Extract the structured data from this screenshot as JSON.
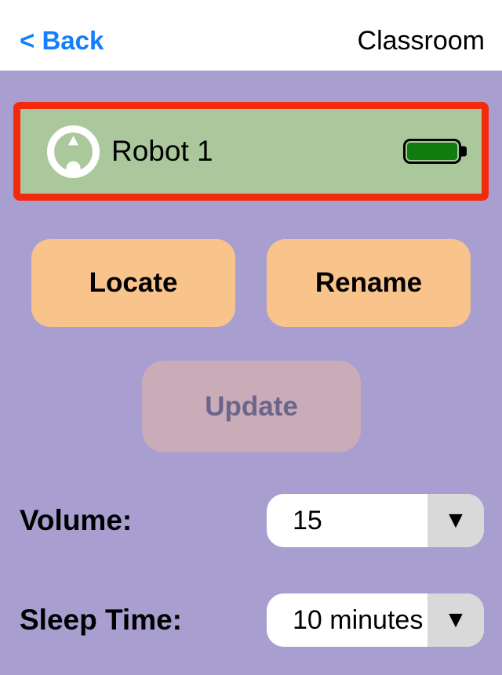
{
  "header": {
    "back_label": "< Back",
    "title": "Classroom"
  },
  "robot_card": {
    "name": "Robot 1",
    "selected": true,
    "battery_level": "full"
  },
  "actions": {
    "locate_label": "Locate",
    "rename_label": "Rename",
    "update_label": "Update",
    "update_disabled": true
  },
  "settings": {
    "volume": {
      "label": "Volume:",
      "value": "15"
    },
    "sleep_time": {
      "label": "Sleep Time:",
      "value": "10 minutes"
    }
  },
  "icons": {
    "robot": "robot-top-view-icon",
    "battery": "battery-full-icon",
    "dropdown_arrow": "chevron-down-icon"
  },
  "colors": {
    "bg_purple": "#a89ed0",
    "header_bg": "#ffffff",
    "back_blue": "#147efb",
    "card_green": "#aac89b",
    "card_border_red": "#f42a0d",
    "button_orange": "#f9c38c",
    "update_bg": "#c9acb8",
    "update_text": "#6b658c",
    "battery_green": "#107d10",
    "dropdown_gray": "#d9d9d9"
  }
}
